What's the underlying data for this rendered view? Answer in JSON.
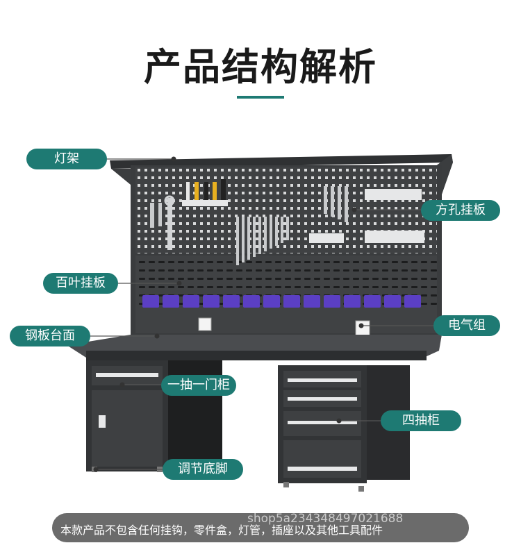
{
  "title": "产品结构解析",
  "labels": {
    "light_rack": "灯架",
    "square_hole_panel": "方孔挂板",
    "louver_panel": "百叶挂板",
    "power_unit": "电气组",
    "steel_top": "钢板台面",
    "drawer_door_cabinet": "一抽一门柜",
    "four_drawer_cabinet": "四抽柜",
    "adjustable_feet": "调节底脚"
  },
  "footer": {
    "note": "本款产品不包含任何挂钩，零件盒，灯管，插座以及其他工具配件",
    "watermark": "shop5a234348497021688"
  },
  "colors": {
    "accent": "#1e7a73",
    "bench": "#3a3c3e",
    "bin": "#5b3fc4",
    "footer": "#6b6b6b"
  }
}
